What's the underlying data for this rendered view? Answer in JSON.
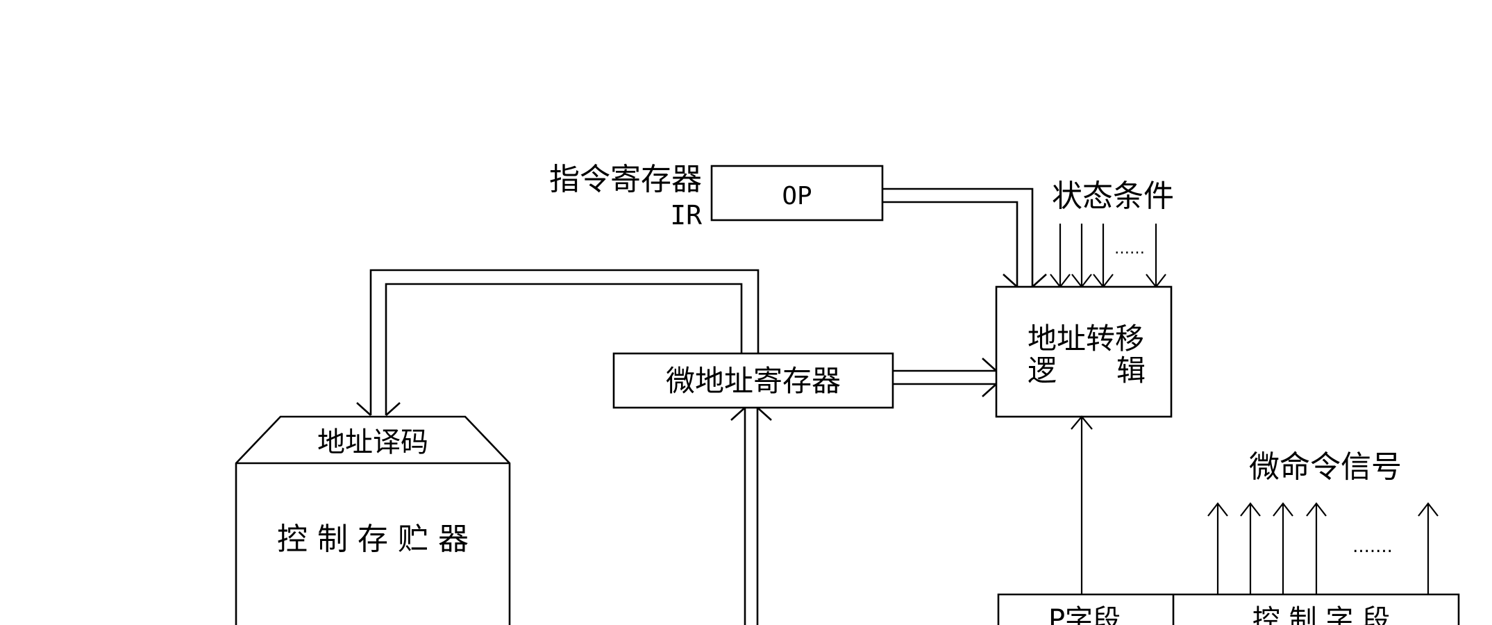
{
  "ir_label": "指令寄存器",
  "ir_sub_label": "IR",
  "op_box": "OP",
  "status_label": "状态条件",
  "status_dots": "……",
  "addr_logic_line1": "地址转移",
  "addr_logic_line2a": "逻",
  "addr_logic_line2b": "辑",
  "micro_addr_reg": "微地址寄存器",
  "addr_decode": "地址译码",
  "control_store": "控 制 存 贮 器",
  "micro_cmd_label": "微命令信号",
  "micro_cmd_dots": ".......",
  "p_field": "P字段",
  "control_field": "控 制 字 段"
}
